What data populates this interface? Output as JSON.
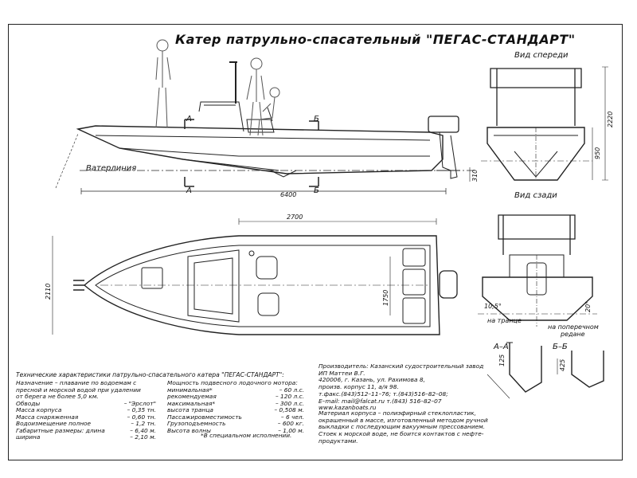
{
  "title": "Катер патрульно-спасательный \"ПЕГАС-СТАНДАРТ\"",
  "views": {
    "front": "Вид спереди",
    "rear": "Вид сзади",
    "waterline": "Ватерлиния",
    "section_aa": "А–А",
    "section_bb": "Б–Б",
    "transom_note": "на транце",
    "frame_note_1": "на поперечном",
    "frame_note_2": "редане"
  },
  "section_marks": {
    "a": "А",
    "b": "Б"
  },
  "dimensions": {
    "length": "6400",
    "plan_length": "2700",
    "plan_beam": "1750",
    "overall_beam": "2110",
    "height_total": "2220",
    "height_hull": "950",
    "draft": "310",
    "deadrise_transom": "10,5°",
    "deadrise_frame": "20°",
    "section_a_dim": "125",
    "section_b_dim": "425"
  },
  "specs": {
    "title": "Технические характеристики патрульно-спасательного катера \"ПЕГАС-СТАНДАРТ\":",
    "left": [
      {
        "k": "Назначение – плавание по водоемам с",
        "v": ""
      },
      {
        "k": "пресной и морской водой при удалении",
        "v": ""
      },
      {
        "k": "от берега не более 5,0 км.",
        "v": ""
      },
      {
        "k": "Обводы",
        "v": "– \"Эрслот\""
      },
      {
        "k": "Масса корпуса",
        "v": "– 0,35 тн."
      },
      {
        "k": "Масса снаряженная",
        "v": "– 0,60 тн."
      },
      {
        "k": "Водоизмещение полное",
        "v": "– 1,2 тн."
      },
      {
        "k": "Габаритные размеры: длина",
        "v": "– 6,40 м."
      },
      {
        "k": "ширина",
        "v": "– 2,10 м."
      }
    ],
    "right": [
      {
        "k": "Мощность подвесного лодочного мотора:",
        "v": ""
      },
      {
        "k": "минимальная*",
        "v": "– 60 л.с."
      },
      {
        "k": "рекомендуемая",
        "v": "– 120 л.с."
      },
      {
        "k": "максимальная*",
        "v": "– 300 л.с."
      },
      {
        "k": "высота транца",
        "v": "– 0,508 м."
      },
      {
        "k": "Пассажировместимость",
        "v": "– 6 чел."
      },
      {
        "k": "Грузоподъемность",
        "v": "– 600 кг."
      },
      {
        "k": "Высота волны",
        "v": "– 1,00 м."
      }
    ],
    "footnote": "*В специальном исполнении."
  },
  "manufacturer": [
    "Производитель: Казанский судостроительный завод",
    "ИП Маттеи В.Г.",
    "420006, г. Казань, ул. Рахимова 8,",
    "произв. корпус 11, а/я 98.",
    "т.факс.(843)512–11–76; т.(843)516–82–08;",
    "E–mail: mail@falcat.ru    т.(843) 516–82–07",
    "www.kazanboats.ru"
  ],
  "material": [
    "Материал корпуса – полиэфирный стеклопластик,",
    "окрашенный в массе, изготовленный методом ручной",
    "выкладки с последующим вакуумным прессованием.",
    "Стоек к морской воде, не боится контактов с нефте-",
    "продуктами."
  ]
}
